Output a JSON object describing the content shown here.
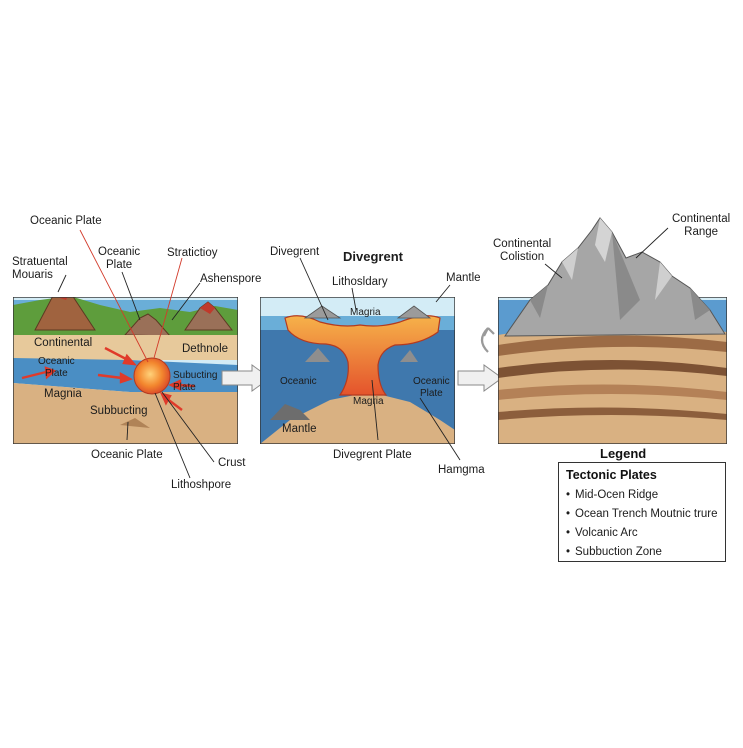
{
  "panel1": {
    "labels": {
      "oceanic_plate_top": "Oceanic Plate",
      "stratuental_mouaris": "Stratuental\nMouaris",
      "oceanic_plate_mid": "Oceanic\nPlate",
      "stratictioy": "Stratictioy",
      "ashenspore": "Ashenspore",
      "continental": "Continental",
      "dethnole": "Dethnole",
      "oceanic_plate_inner": "Oceanic\nPlate",
      "subucting_plate": "Subucting\nPlate",
      "magnia": "Magnia",
      "subbucting": "Subbucting",
      "oceanic_plate_bottom": "Oceanic Plate",
      "crust": "Crust",
      "lithoshpore": "Lithoshpore"
    }
  },
  "panel2": {
    "title": "Divegrent",
    "labels": {
      "divegrent": "Divegrent",
      "lithosldary": "Lithosldary",
      "mantle_top": "Mantle",
      "magria_top": "Magria",
      "oceanic_left": "Oceanic",
      "oceanic_plate_right": "Oceanic\nPlate",
      "magria_bottom": "Magria",
      "mantle_bottom": "Mantle",
      "divegrent_plate": "Divegrent Plate",
      "hamgma": "Hamgma"
    }
  },
  "panel3": {
    "labels": {
      "continental_range": "Continental\nRange",
      "continental_colistion": "Continental\nColistion"
    }
  },
  "legend": {
    "title": "Legend",
    "heading": "Tectonic Plates",
    "items": [
      "Mid-Ocen Ridge",
      "Ocean Trench  Moutnic trure",
      "Volcanic Arc",
      "Subbuction Zone"
    ]
  },
  "colors": {
    "sky": "#d3ecf6",
    "water": "#4a8ec4",
    "deep_water": "#3f78ad",
    "grass": "#5e9d3c",
    "sand": "#d9b182",
    "mantle_brown": "#c99564",
    "magma_red": "#d9452a",
    "magma_orange": "#f19a3e",
    "rock_gray": "#8e8e8e",
    "arrow_red": "#e03a2a",
    "outline": "#333333"
  }
}
